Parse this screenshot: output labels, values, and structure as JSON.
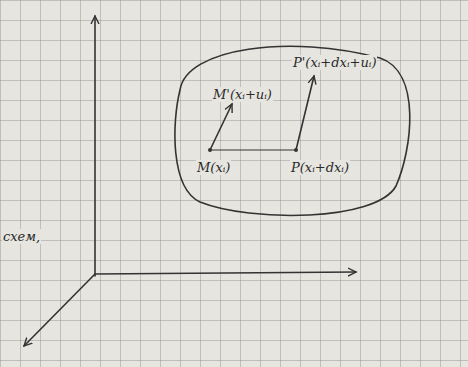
{
  "diagram": {
    "labels": [
      "M'(xᵢ+uᵢ)",
      "P'(xᵢ+dxᵢ+uᵢ)",
      "M(xᵢ)",
      "P(xᵢ+dxᵢ)",
      "схем,"
    ]
  }
}
